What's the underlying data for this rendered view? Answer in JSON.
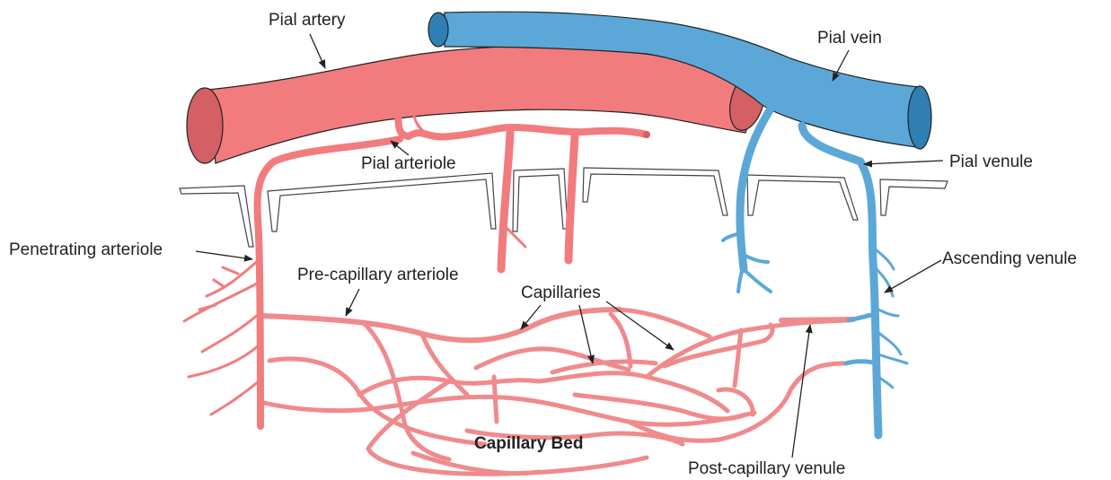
{
  "labels": {
    "pial_artery": "Pial artery",
    "pial_vein": "Pial vein",
    "pial_arteriole": "Pial arteriole",
    "pial_venule": "Pial venule",
    "penetrating_arteriole": "Penetrating arteriole",
    "precapillary_arteriole": "Pre-capillary arteriole",
    "capillaries": "Capillaries",
    "ascending_venule": "Ascending venule",
    "capillary_bed": "Capillary Bed",
    "postcapillary_venule": "Post-capillary venule"
  },
  "colors": {
    "artery": "#f27b7e",
    "artery_dark": "#d45f64",
    "capillary": "#f08a8c",
    "vein": "#5ba8d8",
    "vein_dark": "#2f7fb5",
    "outline": "#222222",
    "tissue_outline": "#444444"
  },
  "icons": [
    "arrow-icon"
  ]
}
